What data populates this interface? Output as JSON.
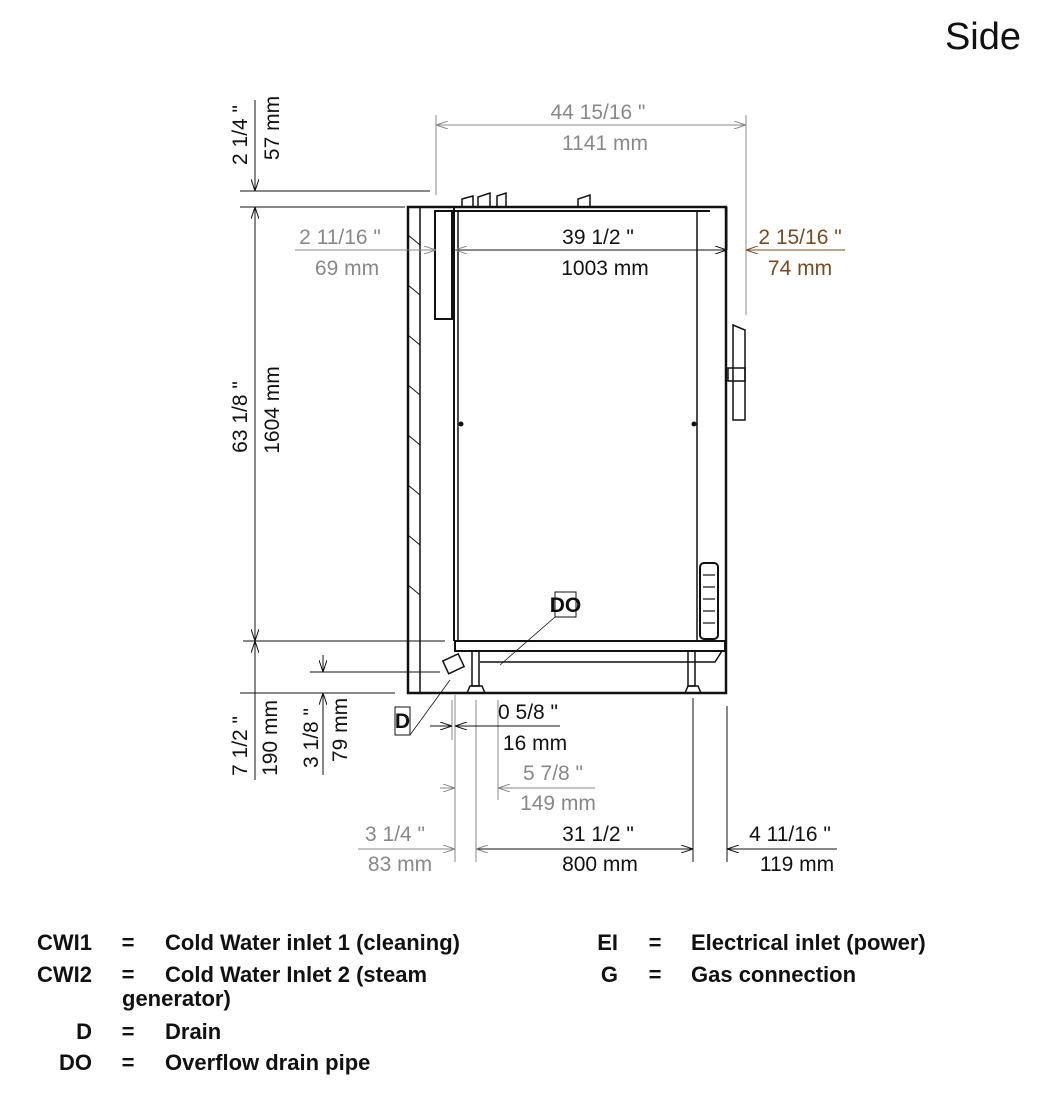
{
  "title": "Side",
  "dimensions": {
    "overall_width": {
      "in": "44 15/16 \"",
      "mm": "1141 mm"
    },
    "top_offset": {
      "in": "2 1/4 \"",
      "mm": "57 mm"
    },
    "height": {
      "in": "63 1/8 \"",
      "mm": "1604 mm"
    },
    "left_offset": {
      "in": "2 11/16 \"",
      "mm": "69 mm"
    },
    "body_width": {
      "in": "39 1/2 \"",
      "mm": "1003 mm"
    },
    "right_offset": {
      "in": "2 15/16 \"",
      "mm": "74 mm"
    },
    "base_height": {
      "in": "7 1/2 \"",
      "mm": "190 mm"
    },
    "drain_height": {
      "in": "3 1/8 \"",
      "mm": "79 mm"
    },
    "drain_offset": {
      "in": "0 5/8 \"",
      "mm": "16 mm"
    },
    "overflow_offset": {
      "in": "5 7/8 \"",
      "mm": "149 mm"
    },
    "foot_left": {
      "in": "3 1/4 \"",
      "mm": "83 mm"
    },
    "foot_span": {
      "in": "31 1/2 \"",
      "mm": "800 mm"
    },
    "foot_right": {
      "in": "4 11/16 \"",
      "mm": "119 mm"
    }
  },
  "labels": {
    "do": "DO",
    "d": "D"
  },
  "legend": [
    {
      "code": "CWI1",
      "eq": "=",
      "desc": "Cold Water inlet 1 (cleaning)"
    },
    {
      "code": "CWI2",
      "eq": "=",
      "desc": "Cold Water Inlet 2 (steam",
      "desc2": "generator)"
    },
    {
      "code": "D",
      "eq": "=",
      "desc": "Drain"
    },
    {
      "code": "DO",
      "eq": "=",
      "desc": "Overflow drain pipe"
    },
    {
      "code": "EI",
      "eq": "=",
      "desc": "Electrical inlet (power)"
    },
    {
      "code": "G",
      "eq": "=",
      "desc": "Gas connection"
    }
  ],
  "colors": {
    "dim_gray": "#888888",
    "dim_black": "#111111",
    "dim_brown": "#7a4a1e"
  }
}
